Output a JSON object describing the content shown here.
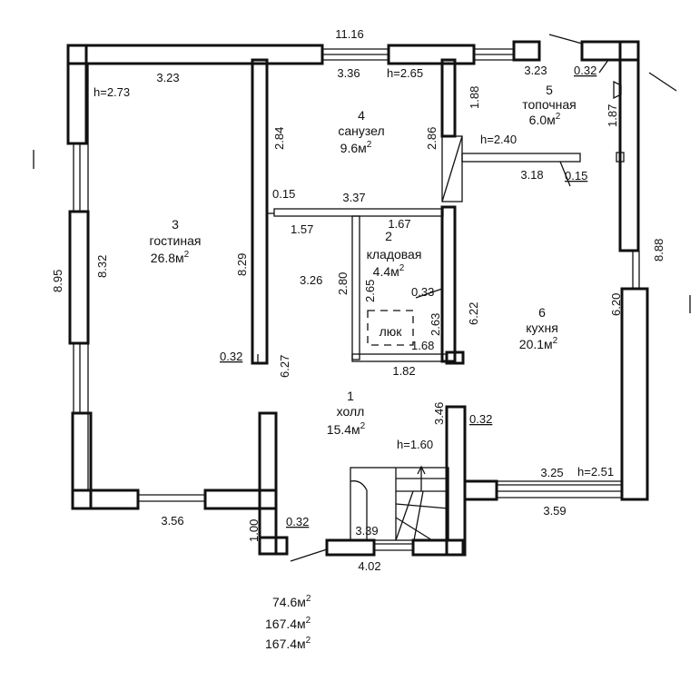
{
  "rooms": [
    {
      "num": "1",
      "name": "холл",
      "area": "15.4м",
      "sup": "2"
    },
    {
      "num": "2",
      "name": "кладовая",
      "area": "4.4м",
      "sup": "2"
    },
    {
      "num": "3",
      "name": "гостиная",
      "area": "26.8м",
      "sup": "2"
    },
    {
      "num": "4",
      "name": "санузел",
      "area": "9.6м",
      "sup": "2"
    },
    {
      "num": "5",
      "name": "топочная",
      "area": "6.0м",
      "sup": "2"
    },
    {
      "num": "6",
      "name": "кухня",
      "area": "20.1м",
      "sup": "2"
    }
  ],
  "hatch_label": "люк",
  "dimensions": {
    "top_total": "11.16",
    "living_top": "3.23",
    "living_h": "h=2.73",
    "bath_top": "3.36",
    "bath_h": "h=2.65",
    "boiler_top": "3.23",
    "boiler_corner": "0.32",
    "bath_right_upper": "1.88",
    "boiler_side": "1.87",
    "boiler_h": "h=2.40",
    "bath_left": "2.84",
    "bath_right": "2.86",
    "boiler_bottom": "3.18",
    "boiler_stub": "0.15",
    "bath_stub": "0.15",
    "bath_bottom": "3.37",
    "left_total": "8.95",
    "living_left": "8.32",
    "living_right": "8.29",
    "right_total": "8.88",
    "pantry_stub_left": "1.57",
    "pantry_top": "1.67",
    "corridor_width": "3.26",
    "pantry_left_outer": "2.80",
    "pantry_left_inner": "2.65",
    "pantry_wall": "0.33",
    "pantry_right_inner": "2.63",
    "pantry_right_outer": "6.22",
    "kitchen_left": "6.20",
    "hatch_width": "1.68",
    "pantry_bottom": "1.82",
    "living_wall": "0.32",
    "living_right_lower": "6.27",
    "hall_right_upper": "3.46",
    "hall_wall": "0.32",
    "stairs_h": "h=1.60",
    "kitchen_bottom_inner": "3.25",
    "kitchen_h": "h=2.51",
    "kitchen_bottom_outer": "3.59",
    "living_bottom": "3.56",
    "vestibule_side": "1.00",
    "vestibule_wall": "0.32",
    "entry_inner": "3.39",
    "entry_outer": "4.02"
  },
  "totals": [
    {
      "value": "74.6м",
      "sup": "2"
    },
    {
      "value": "167.4м",
      "sup": "2"
    },
    {
      "value": "167.4м",
      "sup": "2"
    }
  ]
}
